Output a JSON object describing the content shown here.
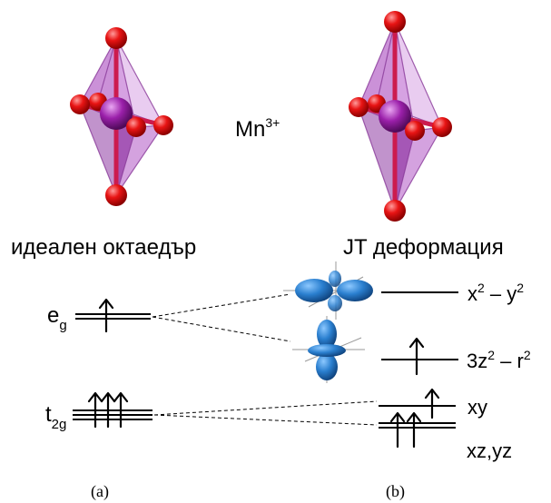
{
  "center_label": {
    "base": "Mn",
    "sup": "3+"
  },
  "left_caption": "идеален октаедър",
  "right_caption": "JT деформация",
  "levels": {
    "eg": {
      "base": "e",
      "sub": "g"
    },
    "t2g": {
      "base": "t",
      "sub": "2g"
    },
    "x2y2": {
      "a": "x",
      "a_sup": "2",
      "mid": " – y",
      "b_sup": "2"
    },
    "z2": {
      "a": "3z",
      "a_sup": "2",
      "mid": " – r",
      "b_sup": "2"
    },
    "xy": "xy",
    "xzyz": "xz,yz"
  },
  "panel_labels": {
    "a": "(a)",
    "b": "(b)"
  },
  "colors": {
    "octahedron": "#b05cc4",
    "oxygen": "#e01010",
    "metal": "#9a1fa8",
    "orbital": "#2a7fcf"
  }
}
